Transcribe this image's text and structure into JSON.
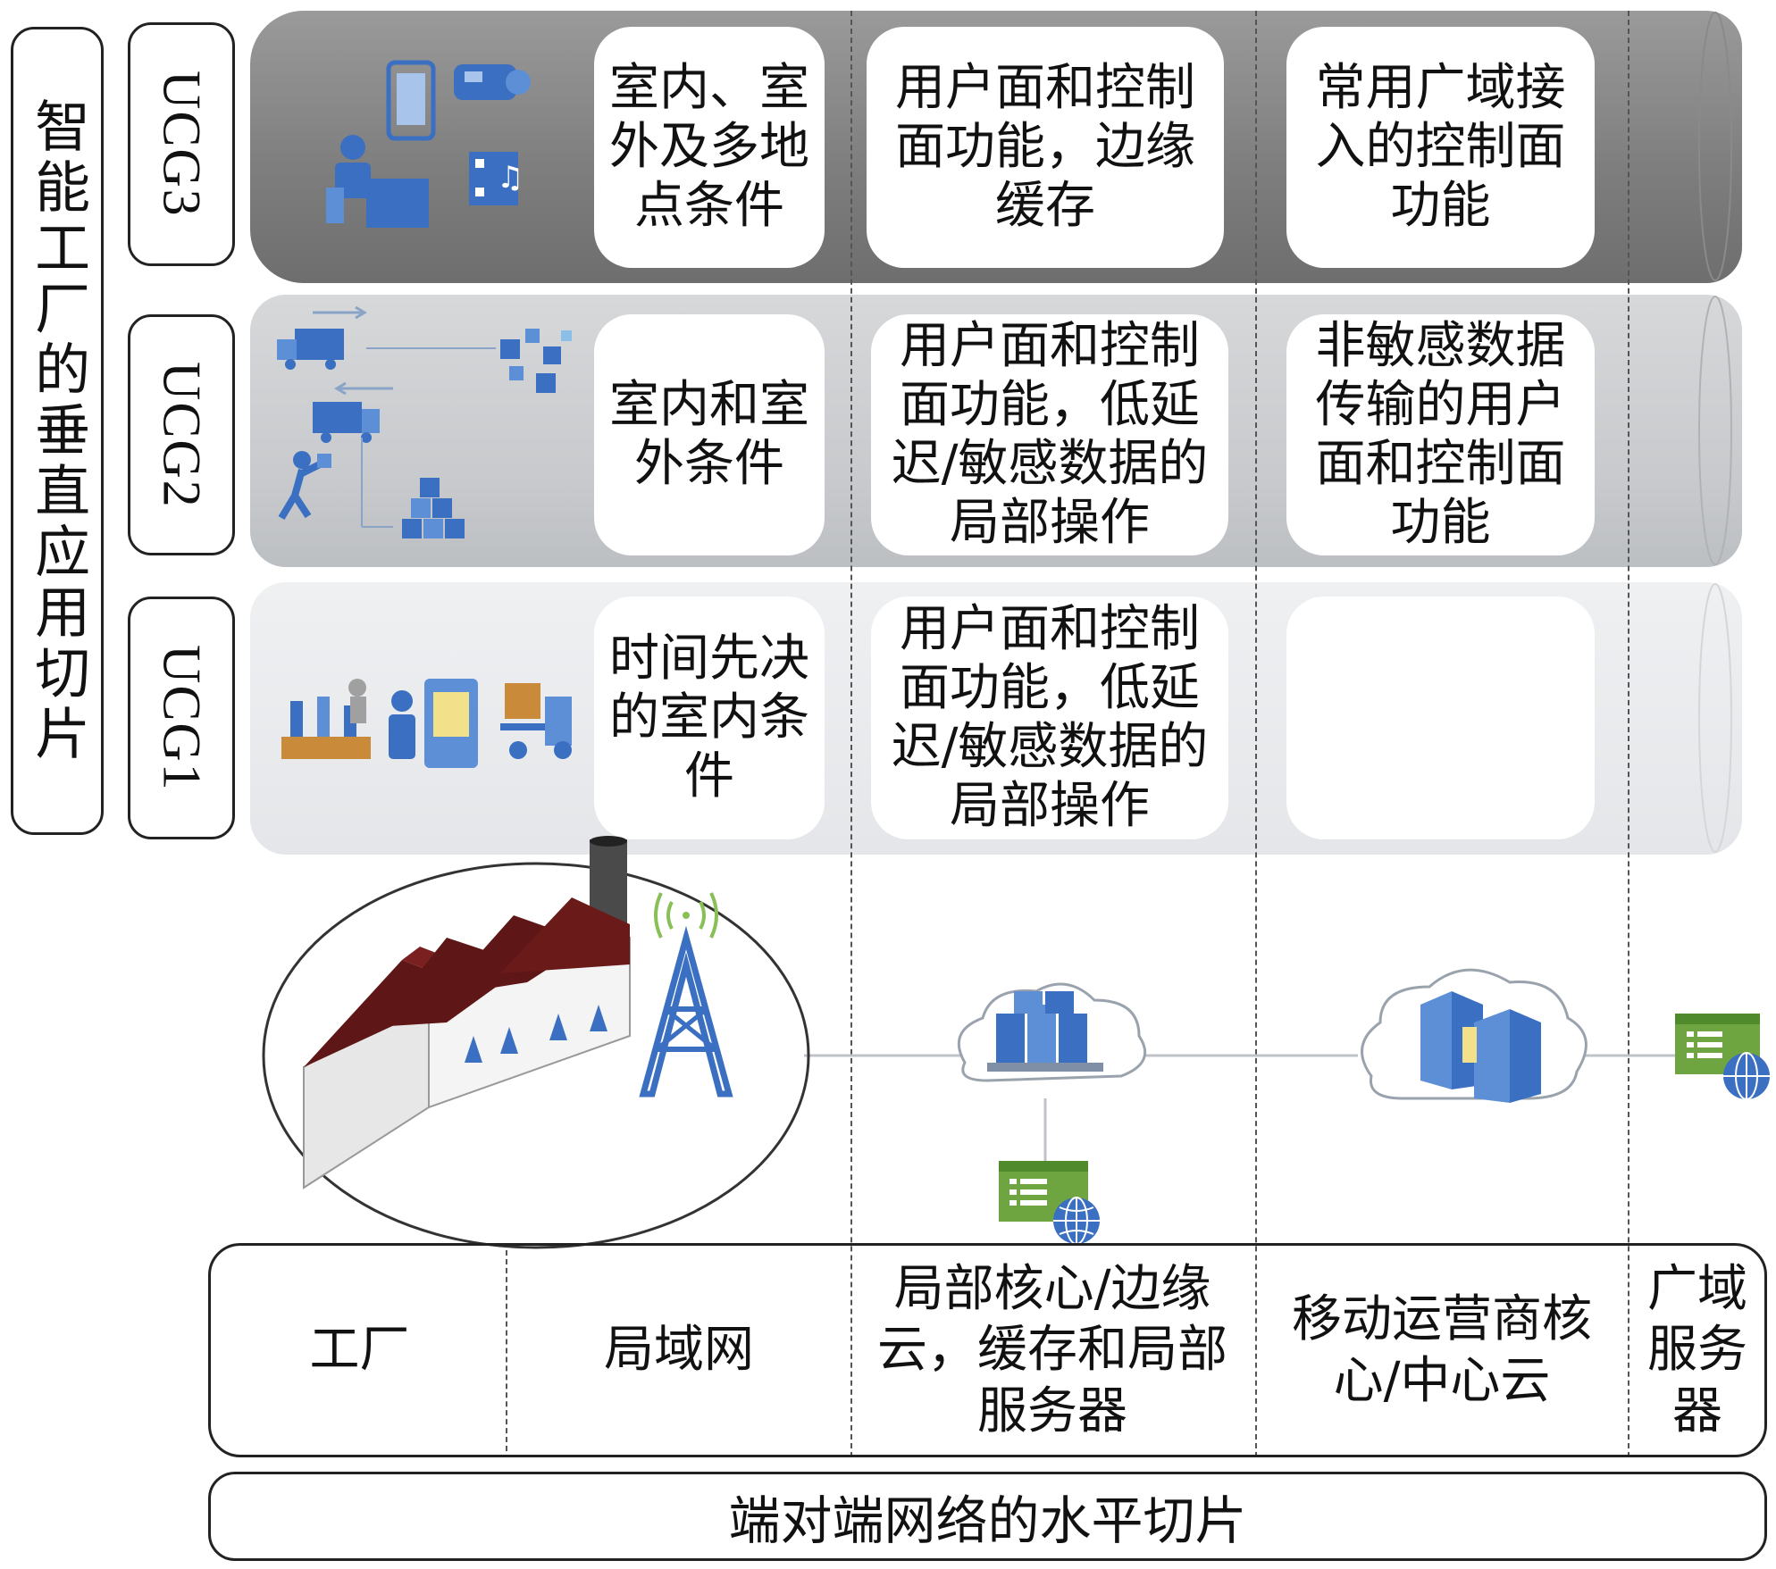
{
  "vertical_slice_label": "智能工厂的垂直应用切片",
  "groups": [
    {
      "id": "UCG3",
      "cells": [
        "室内、室外及多地点条件",
        "用户面和控制面功能，边缘缓存",
        "常用广域接入的控制面功能"
      ]
    },
    {
      "id": "UCG2",
      "cells": [
        "室内和室外条件",
        "用户面和控制面功能，低延迟/敏感数据的局部操作",
        "非敏感数据传输的用户面和控制面功能"
      ]
    },
    {
      "id": "UCG1",
      "cells": [
        "时间先决的室内条件",
        "用户面和控制面功能，低延迟/敏感数据的局部操作",
        ""
      ]
    }
  ],
  "network_nodes": [
    "工厂",
    "局域网",
    "局部核心/边缘云，缓存和局部服务器",
    "移动运营商核心/中心云",
    "广域服务器"
  ],
  "horizontal_slice_label": "端对端网络的水平切片",
  "colors": {
    "band_ucg3": "#7d7d7d",
    "band_ucg2": "#c7c9cc",
    "band_ucg1": "#e4e6e9",
    "icon_blue": "#3a6fc1",
    "roof": "#6b1a1a",
    "server_green": "#6fa540"
  }
}
